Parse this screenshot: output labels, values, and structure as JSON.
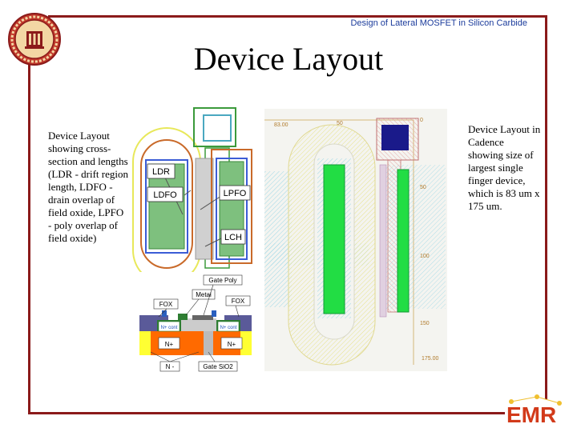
{
  "header": {
    "text": "Design of Lateral MOSFET in Silicon Carbide"
  },
  "title": "Device Layout",
  "left_caption": "Device Layout showing cross-section and lengths (LDR - drift region length, LDFO - drain overlap of field oxide, LPFO - poly overlap of field oxide)",
  "right_caption": "Device Layout in Cadence showing size of largest single finger device, which is 83 um x 175 um.",
  "layout_labels": {
    "ldr": "LDR",
    "ldfo": "LDFO",
    "lpfo": "LPFO",
    "lch": "LCH"
  },
  "cross_labels": {
    "gate_poly": "Gate Poly",
    "metal": "Metal",
    "fox_left": "FOX",
    "fox_right": "FOX",
    "ncont_left": "N+ cont",
    "ncont_right": "N+ cont",
    "nplus_left": "N+",
    "nplus_right": "N+",
    "nminus": "N -",
    "gate_sio2": "Gate SiO2"
  },
  "cadence": {
    "ruler_top": {
      "left": "83.00",
      "mid": "50",
      "right": "0"
    },
    "ruler_right": [
      "50",
      "100",
      "150",
      "175.00"
    ]
  },
  "logo": {
    "text": "EMR"
  }
}
